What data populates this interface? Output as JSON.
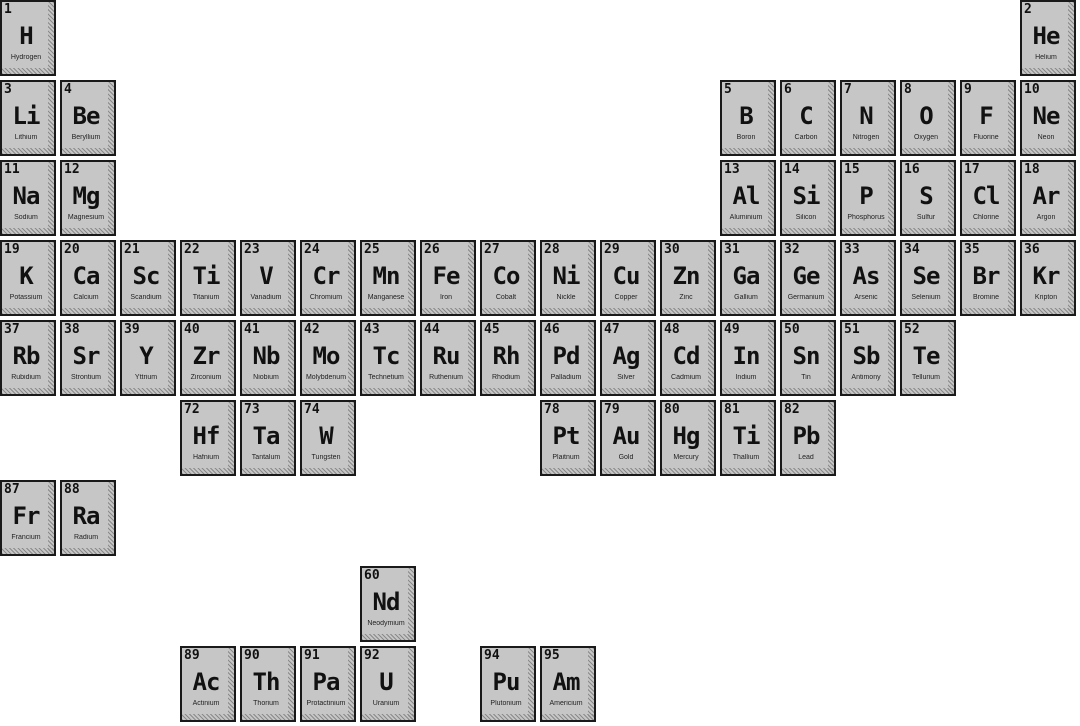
{
  "elements": [
    {
      "n": "1",
      "s": "H",
      "name": "Hydrogen",
      "col": 1,
      "row": 1
    },
    {
      "n": "2",
      "s": "He",
      "name": "Helium",
      "col": 18,
      "row": 1
    },
    {
      "n": "3",
      "s": "Li",
      "name": "Lithium",
      "col": 1,
      "row": 2
    },
    {
      "n": "4",
      "s": "Be",
      "name": "Beryllium",
      "col": 2,
      "row": 2
    },
    {
      "n": "5",
      "s": "B",
      "name": "Boron",
      "col": 13,
      "row": 2
    },
    {
      "n": "6",
      "s": "C",
      "name": "Carbon",
      "col": 14,
      "row": 2
    },
    {
      "n": "7",
      "s": "N",
      "name": "Nitrogen",
      "col": 15,
      "row": 2
    },
    {
      "n": "8",
      "s": "O",
      "name": "Oxygen",
      "col": 16,
      "row": 2
    },
    {
      "n": "9",
      "s": "F",
      "name": "Fluorine",
      "col": 17,
      "row": 2
    },
    {
      "n": "10",
      "s": "Ne",
      "name": "Neon",
      "col": 18,
      "row": 2
    },
    {
      "n": "11",
      "s": "Na",
      "name": "Sodium",
      "col": 1,
      "row": 3
    },
    {
      "n": "12",
      "s": "Mg",
      "name": "Magnesium",
      "col": 2,
      "row": 3
    },
    {
      "n": "13",
      "s": "Al",
      "name": "Aluminium",
      "col": 13,
      "row": 3
    },
    {
      "n": "14",
      "s": "Si",
      "name": "Silicon",
      "col": 14,
      "row": 3
    },
    {
      "n": "15",
      "s": "P",
      "name": "Phosphorus",
      "col": 15,
      "row": 3
    },
    {
      "n": "16",
      "s": "S",
      "name": "Sulfur",
      "col": 16,
      "row": 3
    },
    {
      "n": "17",
      "s": "Cl",
      "name": "Chlorine",
      "col": 17,
      "row": 3
    },
    {
      "n": "18",
      "s": "Ar",
      "name": "Argon",
      "col": 18,
      "row": 3
    },
    {
      "n": "19",
      "s": "K",
      "name": "Potassium",
      "col": 1,
      "row": 4
    },
    {
      "n": "20",
      "s": "Ca",
      "name": "Calcium",
      "col": 2,
      "row": 4
    },
    {
      "n": "21",
      "s": "Sc",
      "name": "Scandium",
      "col": 3,
      "row": 4
    },
    {
      "n": "22",
      "s": "Ti",
      "name": "Titanium",
      "col": 4,
      "row": 4
    },
    {
      "n": "23",
      "s": "V",
      "name": "Vanadium",
      "col": 5,
      "row": 4
    },
    {
      "n": "24",
      "s": "Cr",
      "name": "Chromium",
      "col": 6,
      "row": 4
    },
    {
      "n": "25",
      "s": "Mn",
      "name": "Manganese",
      "col": 7,
      "row": 4
    },
    {
      "n": "26",
      "s": "Fe",
      "name": "Iron",
      "col": 8,
      "row": 4
    },
    {
      "n": "27",
      "s": "Co",
      "name": "Cobalt",
      "col": 9,
      "row": 4
    },
    {
      "n": "28",
      "s": "Ni",
      "name": "Nickle",
      "col": 10,
      "row": 4
    },
    {
      "n": "29",
      "s": "Cu",
      "name": "Copper",
      "col": 11,
      "row": 4
    },
    {
      "n": "30",
      "s": "Zn",
      "name": "Zinc",
      "col": 12,
      "row": 4
    },
    {
      "n": "31",
      "s": "Ga",
      "name": "Gallium",
      "col": 13,
      "row": 4
    },
    {
      "n": "32",
      "s": "Ge",
      "name": "Germanium",
      "col": 14,
      "row": 4
    },
    {
      "n": "33",
      "s": "As",
      "name": "Arsenic",
      "col": 15,
      "row": 4
    },
    {
      "n": "34",
      "s": "Se",
      "name": "Selenium",
      "col": 16,
      "row": 4
    },
    {
      "n": "35",
      "s": "Br",
      "name": "Bromine",
      "col": 17,
      "row": 4
    },
    {
      "n": "36",
      "s": "Kr",
      "name": "Kripton",
      "col": 18,
      "row": 4
    },
    {
      "n": "37",
      "s": "Rb",
      "name": "Rubidium",
      "col": 1,
      "row": 5
    },
    {
      "n": "38",
      "s": "Sr",
      "name": "Strontium",
      "col": 2,
      "row": 5
    },
    {
      "n": "39",
      "s": "Y",
      "name": "Yttrium",
      "col": 3,
      "row": 5
    },
    {
      "n": "40",
      "s": "Zr",
      "name": "Zirconium",
      "col": 4,
      "row": 5
    },
    {
      "n": "41",
      "s": "Nb",
      "name": "Niobium",
      "col": 5,
      "row": 5
    },
    {
      "n": "42",
      "s": "Mo",
      "name": "Molybdenum",
      "col": 6,
      "row": 5
    },
    {
      "n": "43",
      "s": "Tc",
      "name": "Technetium",
      "col": 7,
      "row": 5
    },
    {
      "n": "44",
      "s": "Ru",
      "name": "Ruthenium",
      "col": 8,
      "row": 5
    },
    {
      "n": "45",
      "s": "Rh",
      "name": "Rhodium",
      "col": 9,
      "row": 5
    },
    {
      "n": "46",
      "s": "Pd",
      "name": "Palladium",
      "col": 10,
      "row": 5
    },
    {
      "n": "47",
      "s": "Ag",
      "name": "Silver",
      "col": 11,
      "row": 5
    },
    {
      "n": "48",
      "s": "Cd",
      "name": "Cadmium",
      "col": 12,
      "row": 5
    },
    {
      "n": "49",
      "s": "In",
      "name": "Indium",
      "col": 13,
      "row": 5
    },
    {
      "n": "50",
      "s": "Sn",
      "name": "Tin",
      "col": 14,
      "row": 5
    },
    {
      "n": "51",
      "s": "Sb",
      "name": "Antimony",
      "col": 15,
      "row": 5
    },
    {
      "n": "52",
      "s": "Te",
      "name": "Tellurium",
      "col": 16,
      "row": 5
    },
    {
      "n": "72",
      "s": "Hf",
      "name": "Hafnium",
      "col": 4,
      "row": 6
    },
    {
      "n": "73",
      "s": "Ta",
      "name": "Tantalum",
      "col": 5,
      "row": 6
    },
    {
      "n": "74",
      "s": "W",
      "name": "Tungsten",
      "col": 6,
      "row": 6
    },
    {
      "n": "78",
      "s": "Pt",
      "name": "Plaitnum",
      "col": 10,
      "row": 6
    },
    {
      "n": "79",
      "s": "Au",
      "name": "Gold",
      "col": 11,
      "row": 6
    },
    {
      "n": "80",
      "s": "Hg",
      "name": "Mercury",
      "col": 12,
      "row": 6
    },
    {
      "n": "81",
      "s": "Ti",
      "name": "Thallium",
      "col": 13,
      "row": 6
    },
    {
      "n": "82",
      "s": "Pb",
      "name": "Lead",
      "col": 14,
      "row": 6
    },
    {
      "n": "87",
      "s": "Fr",
      "name": "Francium",
      "col": 1,
      "row": 7
    },
    {
      "n": "88",
      "s": "Ra",
      "name": "Radium",
      "col": 2,
      "row": 7
    },
    {
      "n": "60",
      "s": "Nd",
      "name": "Neodymium",
      "col": 7,
      "row": 8
    },
    {
      "n": "89",
      "s": "Ac",
      "name": "Actinium",
      "col": 4,
      "row": 9
    },
    {
      "n": "90",
      "s": "Th",
      "name": "Thorium",
      "col": 5,
      "row": 9
    },
    {
      "n": "91",
      "s": "Pa",
      "name": "Protactinium",
      "col": 6,
      "row": 9
    },
    {
      "n": "92",
      "s": "U",
      "name": "Uranium",
      "col": 7,
      "row": 9
    },
    {
      "n": "94",
      "s": "Pu",
      "name": "Plutonium",
      "col": 9,
      "row": 9
    },
    {
      "n": "95",
      "s": "Am",
      "name": "Americium",
      "col": 10,
      "row": 9
    }
  ],
  "colors": {
    "tile": "#c6c6c6",
    "border": "#1a1a1a",
    "text": "#111111",
    "background": "#ffffff"
  }
}
